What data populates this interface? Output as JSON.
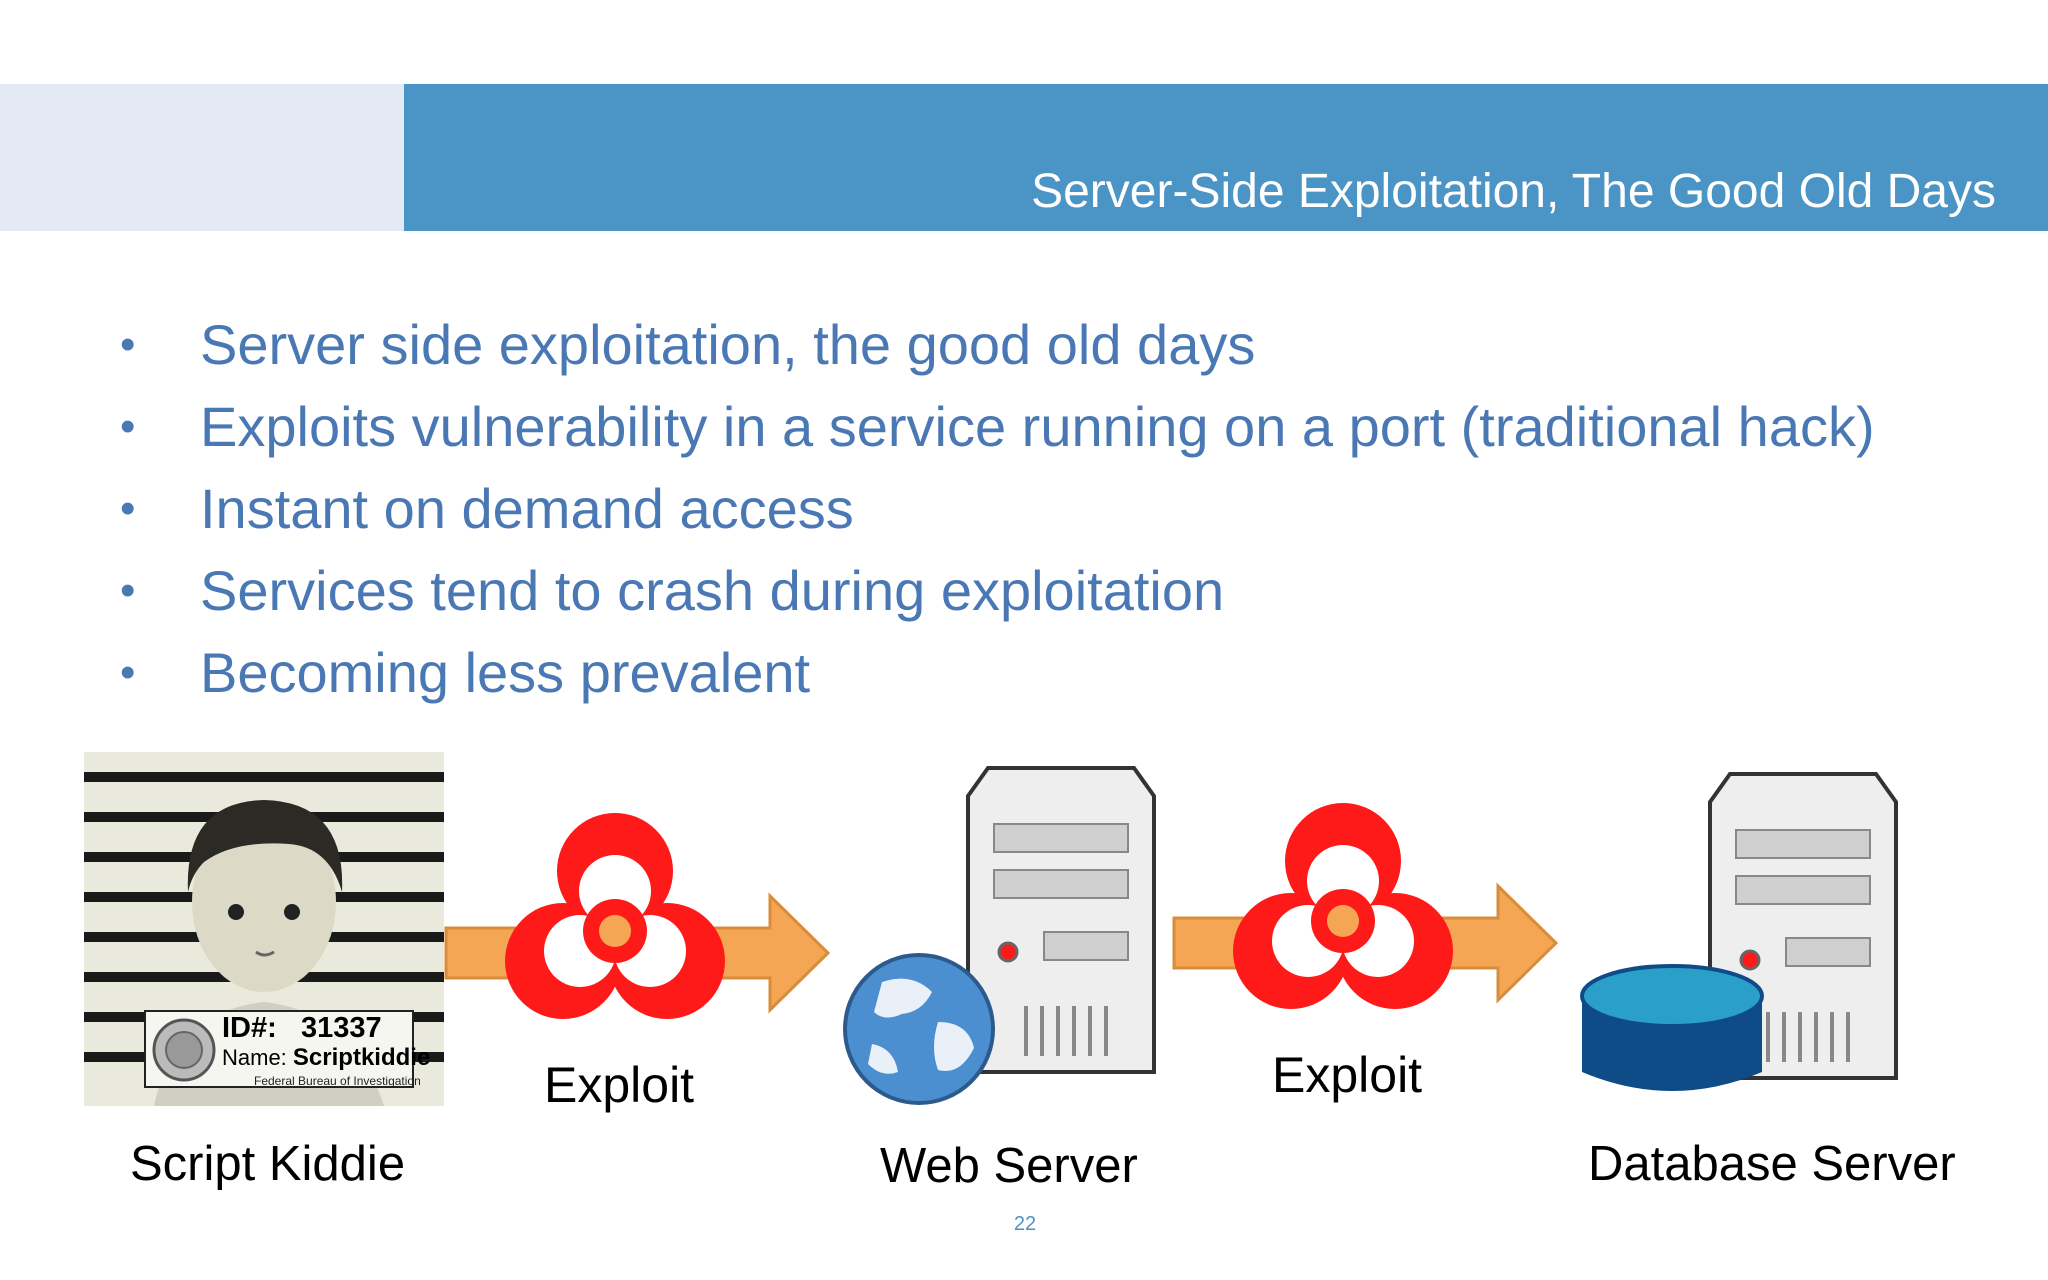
{
  "slide": {
    "title": "Server-Side Exploitation, The Good Old Days",
    "page_number": "22"
  },
  "bullets": [
    "Server side exploitation, the good old days",
    "Exploits vulnerability in a service running on a port (traditional hack)",
    "Instant on demand access",
    "Services tend to crash during exploitation",
    "Becoming less prevalent"
  ],
  "diagram": {
    "attacker": {
      "label": "Script Kiddie",
      "badge": {
        "id_label": "ID#:",
        "id_value": "31337",
        "name_label": "Name:",
        "name_value": "Scriptkiddie",
        "agency": "Federal Bureau of Investigation"
      }
    },
    "exploit_label_1": "Exploit",
    "exploit_label_2": "Exploit",
    "web_server_label": "Web Server",
    "database_server_label": "Database Server"
  },
  "icons": {
    "biohazard": "biohazard-icon",
    "arrow": "arrow-right-icon",
    "server": "server-tower-icon",
    "globe": "globe-icon",
    "database": "database-icon"
  },
  "colors": {
    "header_bar": "#4a94c6",
    "bullet_text": "#4a78b4",
    "biohazard": "#ff1a1a",
    "arrow": "#f5a655",
    "database": "#1e7aa6"
  }
}
